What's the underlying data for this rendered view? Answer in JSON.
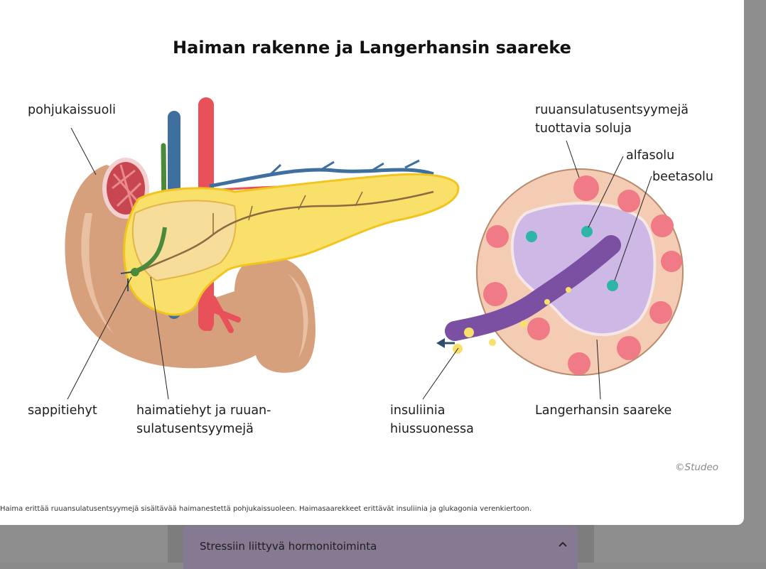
{
  "figure": {
    "title": "Haiman rakenne ja Langerhansin saareke",
    "labels": {
      "duodenum": "pohjukaissuoli",
      "bile_duct": "sappitiehyt",
      "pancreatic_duct_line1": "haimatiehyt ja ruuan-",
      "pancreatic_duct_line2": "sulatusentsyymejä",
      "enzyme_cells_line1": "ruuansulatusentsyymejä",
      "enzyme_cells_line2": "tuottavia soluja",
      "alpha_cell": "alfasolu",
      "beta_cell": "beetasolu",
      "insulin_line1": "insuliinia",
      "insulin_line2": "hiussuonessa",
      "islet": "Langerhansin saareke"
    },
    "credit": "©Studeo",
    "caption": "Haima erittää ruuansulatusentsyymejä sisältävää haimanestettä pohjukaissuoleen. Haimasaarekkeet erittävät insuliinia ja glukagonia verenkiertoon."
  },
  "accordion": {
    "title": "Stressiin liittyvä hormonitoiminta"
  },
  "colors": {
    "pancreas": "#f9e06a",
    "duodenum": "#d9a07a",
    "artery": "#e8505a",
    "vein": "#3f6f9e",
    "bile": "#4a8a3a",
    "islet_cells": "#cdb8e6",
    "capillary": "#7b4fa2"
  }
}
